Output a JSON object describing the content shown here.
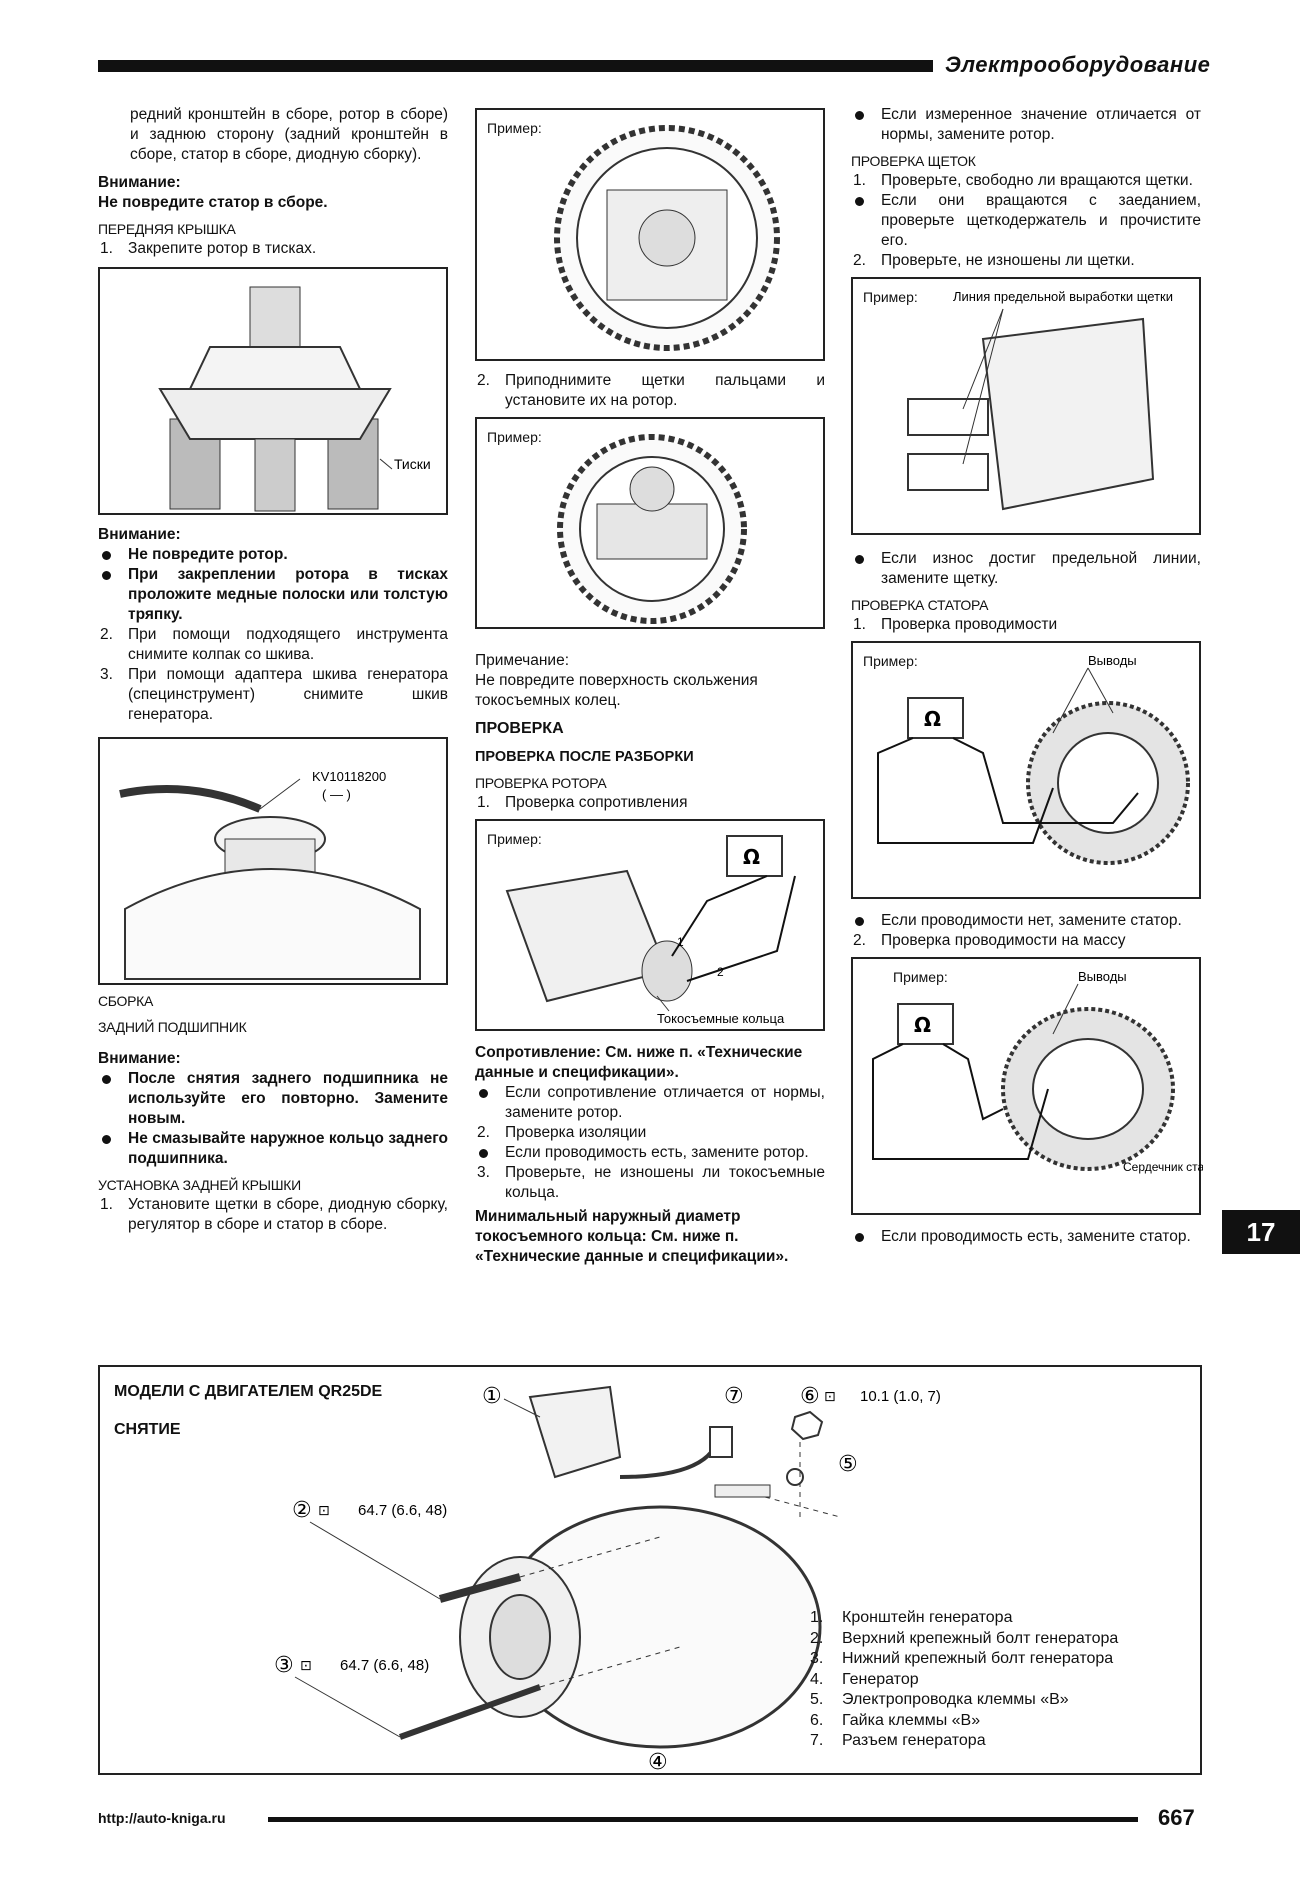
{
  "header": {
    "title": "Электрооборудование"
  },
  "col1": {
    "cont": "редний кронштейн в сборе, ротор в сборе) и заднюю сторону (задний кронштейн в сборе, статор в сборе, диодную сборку).",
    "warn1_title": "Внимание:",
    "warn1_text": "Не повредите статор в сборе.",
    "front_cover": "ПЕРЕДНЯЯ КРЫШКА",
    "step1_num": "1.",
    "step1": "Закрепите ротор в тисках.",
    "fig1_label": "Тиски",
    "warn2_title": "Внимание:",
    "warn2_b1": "Не повредите ротор.",
    "warn2_b2": "При закреплении ротора в тисках проложите медные полоски или толстую тряпку.",
    "step2_num": "2.",
    "step2": "При помощи подходящего инструмента снимите колпак со шкива.",
    "step3_num": "3.",
    "step3": "При помощи адаптера шкива генератора (специнструмент) снимите шкив генератора.",
    "fig2_tool": "KV10118200",
    "fig2_tool2": "( — )",
    "assembly": "СБОРКА",
    "rear_bearing": "ЗАДНИЙ ПОДШИПНИК",
    "warn3_title": "Внимание:",
    "warn3_b1": "После снятия заднего подшипника не используйте его повторно. Замените новым.",
    "warn3_b2": "Не смазывайте наружное кольцо заднего подшипника.",
    "rear_cover": "УСТАНОВКА ЗАДНЕЙ КРЫШКИ",
    "rc_step1_num": "1.",
    "rc_step1": "Установите щетки в сборе, диодную сборку, регулятор в сборе и статор в сборе."
  },
  "col2": {
    "example": "Пример:",
    "step2_num": "2.",
    "step2": "Приподнимите щетки пальцами и установите их на ротор.",
    "note_title": "Примечание:",
    "note_text": "Не повредите поверхность скольжения токосъемных колец.",
    "check": "ПРОВЕРКА",
    "after_disassembly": "ПРОВЕРКА ПОСЛЕ РАЗБОРКИ",
    "rotor_check": "ПРОВЕРКА РОТОРА",
    "r_step1_num": "1.",
    "r_step1": "Проверка сопротивления",
    "slip_rings": "Токосъемные кольца",
    "lead1": "1",
    "lead2": "2",
    "ohm": "Ω",
    "resistance": "Сопротивление: См. ниже п. «Технические данные и спецификации».",
    "b1": "Если сопротивление отличается от нормы, замените ротор.",
    "r_step2_num": "2.",
    "r_step2": "Проверка изоляции",
    "b2": "Если проводимость есть, замените ротор.",
    "r_step3_num": "3.",
    "r_step3": "Проверьте, не изношены ли токосъемные кольца.",
    "min_diam": "Минимальный наружный диаметр токосъемного кольца: См. ниже п. «Технические данные и спецификации»."
  },
  "col3": {
    "b0": "Если измеренное значение отличается от нормы, замените ротор.",
    "brush_check": "ПРОВЕРКА ЩЕТОК",
    "s1_num": "1.",
    "s1": "Проверьте, свободно ли вращаются щетки.",
    "b1": "Если они вращаются с заеданием, проверьте щеткодержатель и прочистите его.",
    "s2_num": "2.",
    "s2": "Проверьте, не изношены ли щетки.",
    "example": "Пример:",
    "wear_line": "Линия предельной выработки щетки",
    "b2": "Если износ достиг предельной линии, замените щетку.",
    "stator_check": "ПРОВЕРКА СТАТОРА",
    "t1_num": "1.",
    "t1": "Проверка проводимости",
    "leads": "Выводы",
    "ohm": "Ω",
    "b3": "Если проводимости нет, замените статор.",
    "t2_num": "2.",
    "t2": "Проверка проводимости на массу",
    "core": "Сердечник статора",
    "b4": "Если проводимость есть, замените статор."
  },
  "tab": "17",
  "bottom": {
    "title": "МОДЕЛИ С ДВИГАТЕЛЕМ QR25DE",
    "removal": "СНЯТИЕ",
    "c1": "①",
    "c2": "②",
    "c3": "③",
    "c4": "④",
    "c5": "⑤",
    "c6": "⑥",
    "c7": "⑦",
    "torque6": "10.1 (1.0, 7)",
    "torque2": "64.7 (6.6, 48)",
    "torque3": "64.7 (6.6, 48)",
    "legend": [
      {
        "n": "1.",
        "t": "Кронштейн генератора"
      },
      {
        "n": "2.",
        "t": "Верхний крепежный болт генератора"
      },
      {
        "n": "3.",
        "t": "Нижний крепежный болт генератора"
      },
      {
        "n": "4.",
        "t": "Генератор"
      },
      {
        "n": "5.",
        "t": "Электропроводка клеммы «В»"
      },
      {
        "n": "6.",
        "t": "Гайка клеммы «В»"
      },
      {
        "n": "7.",
        "t": "Разъем генератора"
      }
    ]
  },
  "footer": {
    "url": "http://auto-kniga.ru",
    "page": "667"
  }
}
